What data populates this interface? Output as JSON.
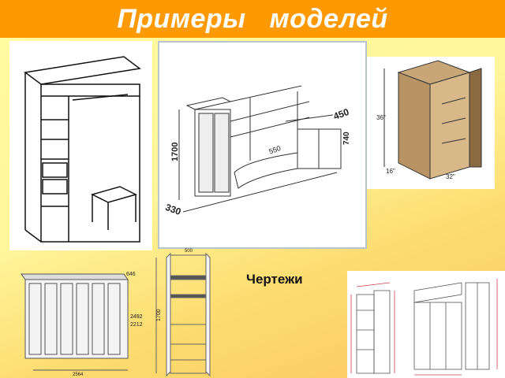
{
  "slide": {
    "title": "Примеры   моделей",
    "caption": "Чертежи",
    "colors": {
      "header": "#ff9900",
      "background": "#fff59a",
      "title_text": "#ffffff"
    }
  },
  "images": {
    "wall_unit": {
      "dims": [
        "1700",
        "330",
        "450",
        "740",
        "550"
      ]
    },
    "safe_cabinet": {
      "dims": [
        "36\"",
        "16\"",
        "32\""
      ]
    },
    "wardrobe_front": {
      "dims": [
        "646",
        "2492",
        "2212",
        "2564"
      ]
    },
    "wardrobe_open": {
      "dims": [
        "500",
        "1700"
      ]
    }
  }
}
